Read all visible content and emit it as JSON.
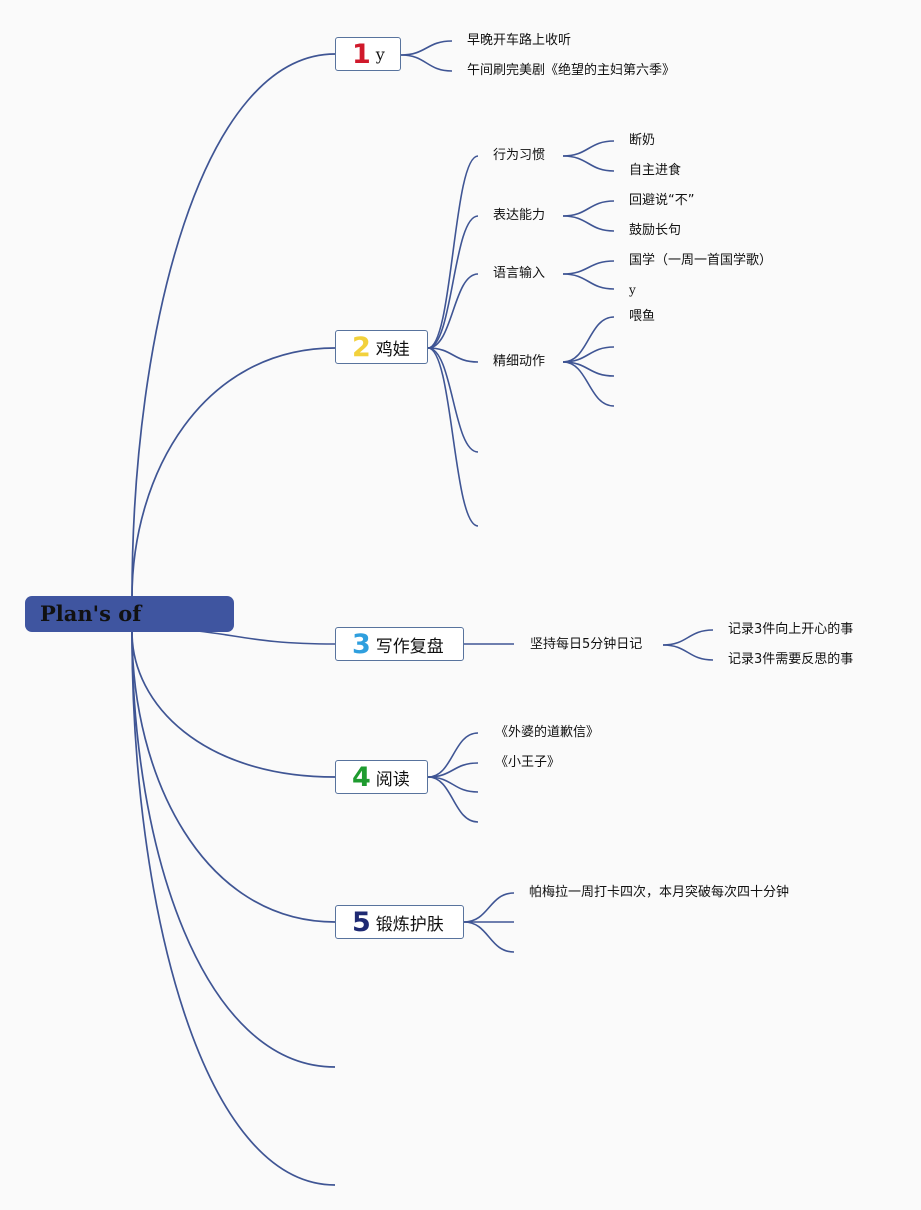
{
  "root": {
    "label": "Plan's of"
  },
  "colors": {
    "line": "#3f5594",
    "root_fill": "#3f55a0",
    "box_border": "#58739d",
    "num1": "#d0192b",
    "num2": "#f2d13c",
    "num3": "#2f9fde",
    "num4": "#1e9b2f",
    "num5": "#1f2a73"
  },
  "topics": [
    {
      "num": "1",
      "label": "y",
      "children": [
        {
          "label": "早晚开车路上收听"
        },
        {
          "label": "午间刷完美剧《绝望的主妇第六季》"
        }
      ]
    },
    {
      "num": "2",
      "label": "鸡娃",
      "children": [
        {
          "label": "行为习惯",
          "children": [
            {
              "label": "断奶"
            },
            {
              "label": "自主进食"
            }
          ]
        },
        {
          "label": "表达能力",
          "children": [
            {
              "label": "回避说“不”"
            },
            {
              "label": "鼓励长句"
            }
          ]
        },
        {
          "label": "语言输入",
          "children": [
            {
              "label": "国学（一周一首国学歌）"
            },
            {
              "label": "y"
            }
          ]
        },
        {
          "label": "精细动作",
          "children": [
            {
              "label": "喂鱼"
            },
            {
              "label": ""
            },
            {
              "label": ""
            },
            {
              "label": ""
            }
          ]
        },
        {
          "label": ""
        },
        {
          "label": ""
        }
      ]
    },
    {
      "num": "3",
      "label": "写作复盘",
      "children": [
        {
          "label": "坚持每日5分钟日记",
          "children": [
            {
              "label": "记录3件向上开心的事"
            },
            {
              "label": "记录3件需要反思的事"
            }
          ]
        }
      ]
    },
    {
      "num": "4",
      "label": "阅读",
      "children": [
        {
          "label": "《外婆的道歉信》"
        },
        {
          "label": "《小王子》"
        },
        {
          "label": ""
        },
        {
          "label": ""
        }
      ]
    },
    {
      "num": "5",
      "label": "锻炼护肤",
      "children": [
        {
          "label": "帕梅拉一周打卡四次，本月突破每次四十分钟"
        },
        {
          "label": ""
        },
        {
          "label": ""
        }
      ]
    },
    {
      "num": "",
      "label": ""
    },
    {
      "num": "",
      "label": ""
    }
  ]
}
